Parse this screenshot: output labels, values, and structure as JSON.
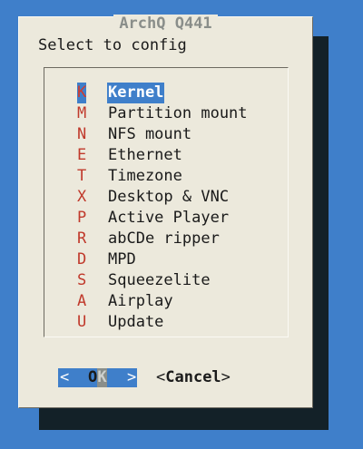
{
  "dialog": {
    "title": "ArchQ Q441",
    "prompt": "Select to config"
  },
  "menu": {
    "items": [
      {
        "key": "K",
        "label": "Kernel",
        "selected": true
      },
      {
        "key": "M",
        "label": "Partition mount"
      },
      {
        "key": "N",
        "label": "NFS mount"
      },
      {
        "key": "E",
        "label": "Ethernet"
      },
      {
        "key": "T",
        "label": "Timezone"
      },
      {
        "key": "X",
        "label": "Desktop & VNC"
      },
      {
        "key": "P",
        "label": "Active Player"
      },
      {
        "key": "R",
        "label": "abCDe ripper"
      },
      {
        "key": "D",
        "label": "MPD"
      },
      {
        "key": "S",
        "label": "Squeezelite"
      },
      {
        "key": "A",
        "label": "Airplay"
      },
      {
        "key": "U",
        "label": "Update"
      }
    ]
  },
  "buttons": {
    "ok_left": "<",
    "ok_o": "O",
    "ok_k": "K",
    "ok_right": ">",
    "cancel_left": "<",
    "cancel_label": "Cancel",
    "cancel_right": ">"
  },
  "colors": {
    "background": "#3f7fca",
    "dialog": "#ece9dc",
    "shadow": "#132128",
    "hotkey": "#c0392b",
    "selection": "#3f7fca"
  }
}
